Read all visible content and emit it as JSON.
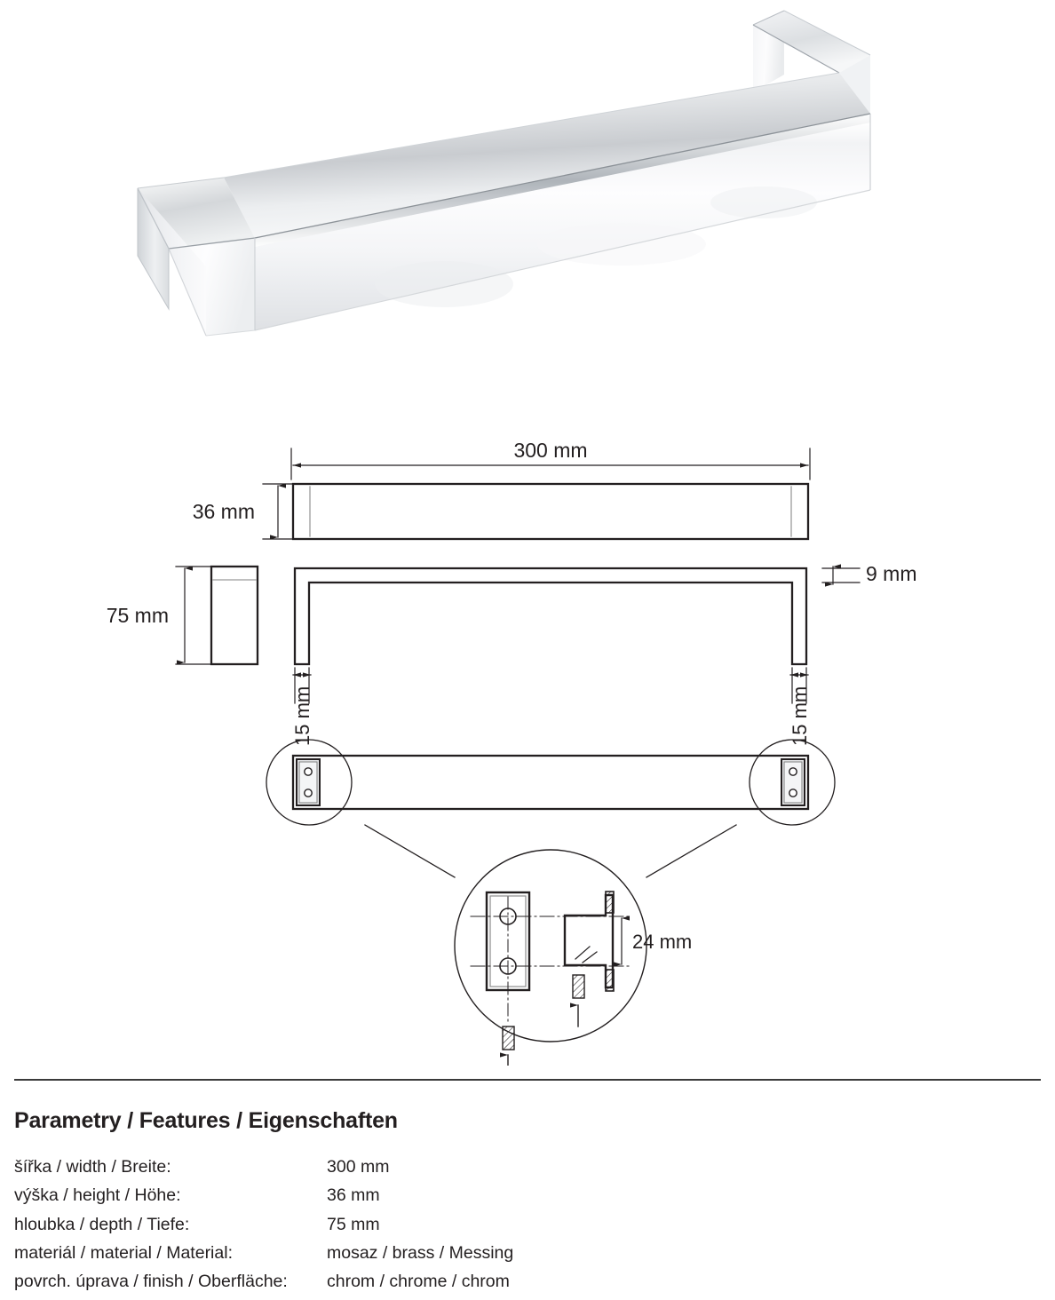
{
  "product": {
    "type": "towel-bar",
    "finish_color": "#d9dadc",
    "description": "chrome plated square profile towel rail, photographed at an angle"
  },
  "drawing": {
    "dimensions": {
      "width": "300 mm",
      "height": "36 mm",
      "depth": "75 mm",
      "bar_thickness": "9 mm",
      "leg_thickness": "15 mm",
      "bracket_height": "24 mm"
    },
    "labels": {
      "width": "300 mm",
      "height": "36 mm",
      "depth": "75 mm",
      "thickness": "9 mm",
      "leg_left": "15 mm",
      "leg_right": "15 mm",
      "detail": "24 mm"
    },
    "line_color": "#231f20",
    "fill_color": "#ffffff"
  },
  "specs": {
    "title": "Parametry / Features / Eigenschaften",
    "rows": [
      {
        "label": "šířka / width / Breite:",
        "value": "300 mm"
      },
      {
        "label": "výška / height / Höhe:",
        "value": "36 mm"
      },
      {
        "label": "hloubka / depth / Tiefe:",
        "value": "75 mm"
      },
      {
        "label": "materiál / material / Material:",
        "value": "mosaz  /  brass  /  Messing"
      },
      {
        "label": "povrch. úprava / finish / Oberfläche:",
        "value": "chrom / chrome / chrom"
      }
    ]
  }
}
